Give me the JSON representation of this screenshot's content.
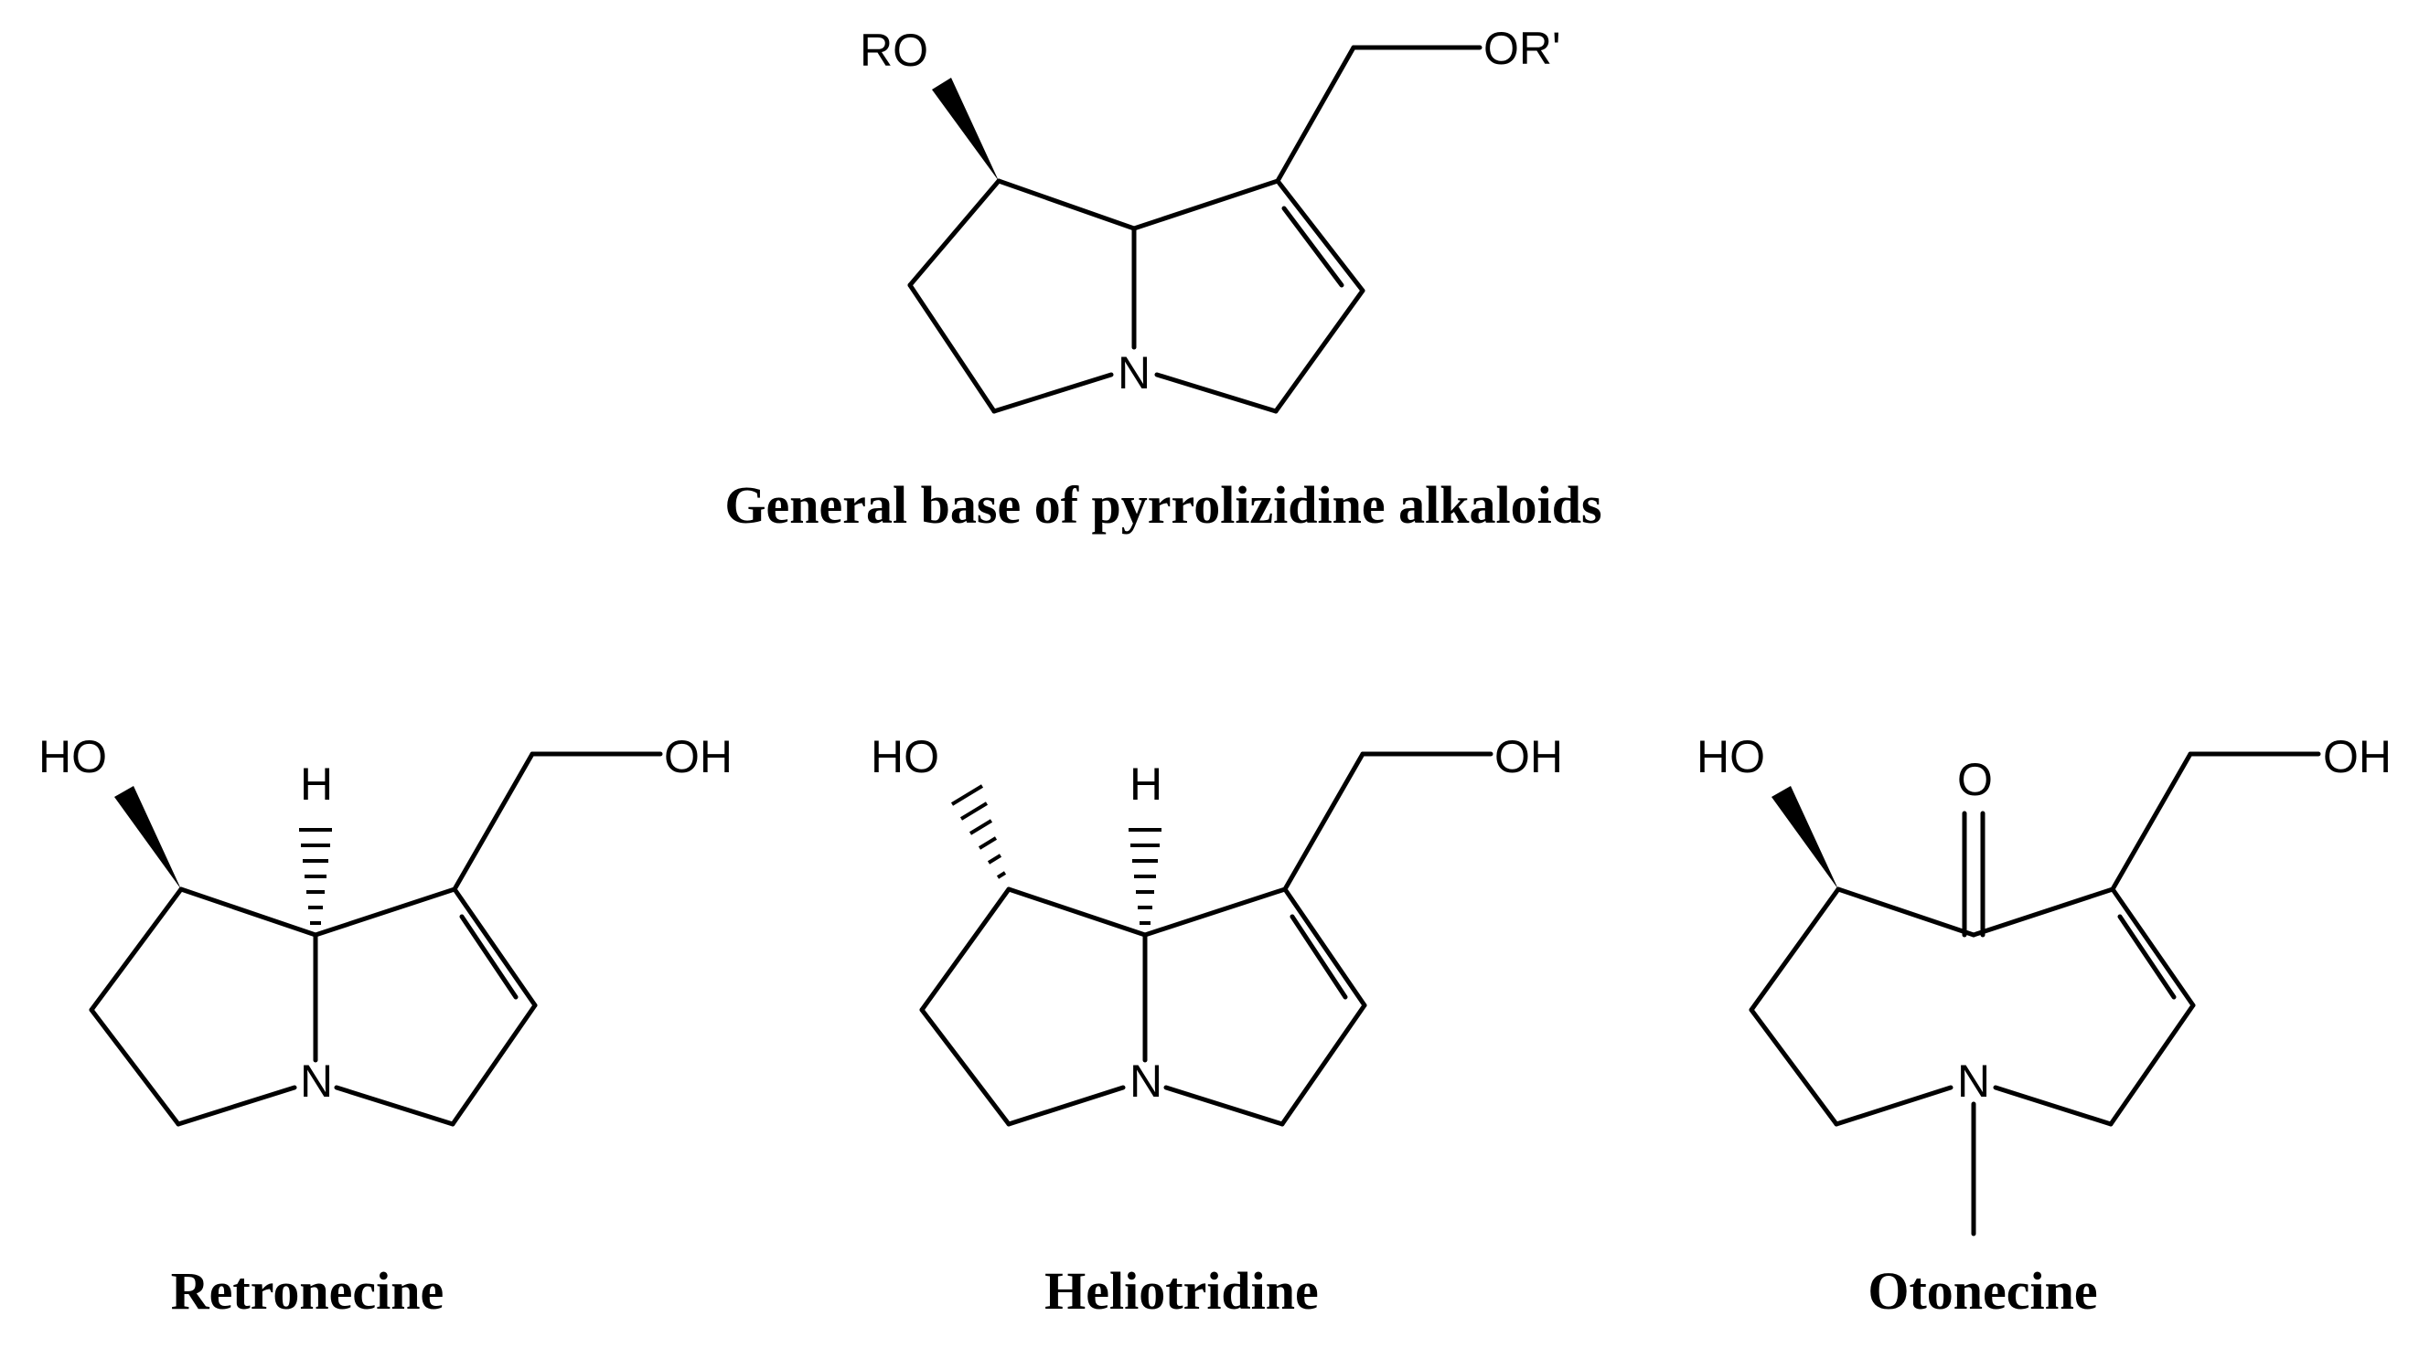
{
  "figure": {
    "structures": [
      {
        "id": "general",
        "caption": "General base of pyrrolizidine alkaloids",
        "labels": {
          "ro": "RO",
          "or_prime": "OR'",
          "n": "N"
        }
      },
      {
        "id": "retronecine",
        "caption": "Retronecine",
        "labels": {
          "ho": "HO",
          "oh": "OH",
          "h": "H",
          "n": "N"
        }
      },
      {
        "id": "heliotridine",
        "caption": "Heliotridine",
        "labels": {
          "ho": "HO",
          "oh": "OH",
          "h": "H",
          "n": "N"
        }
      },
      {
        "id": "otonecine",
        "caption": "Otonecine",
        "labels": {
          "ho": "HO",
          "oh": "OH",
          "o": "O",
          "n": "N"
        }
      }
    ]
  }
}
